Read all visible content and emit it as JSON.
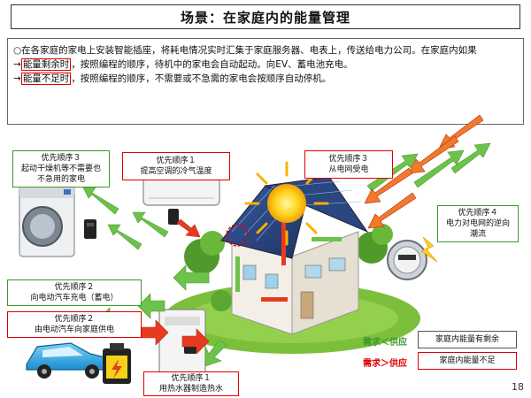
{
  "title": "场景：在家庭内的能量管理",
  "description": {
    "line1": "○在各家庭的家电上安装智能插座，将耗电情况实时汇集于家庭服务器、电表上，传送给电力公司。在家庭内如果",
    "line2_prefix": "→",
    "line2_highlight": "能量剩余时",
    "line2_text": "，按照编程的顺序，待机中的家电会自动起动。向EV、蓄电池充电。",
    "line3_prefix": "→",
    "line3_highlight": "能量不足时",
    "line3_text": "，按照编程的顺序，不需要或不急需的家电会按顺序自动停机。"
  },
  "labels": {
    "washer": {
      "line1": "优先顺序３",
      "line2": "起动干燥机等不需要也",
      "line3": "不急用的家电"
    },
    "aircon": {
      "line1": "优先顺序１",
      "line2": "提高空调的冷气温度"
    },
    "grid_receive": {
      "line1": "优先顺序３",
      "line2": "从电网受电"
    },
    "reverse_flow": {
      "line1": "优先顺序４",
      "line2": "电力对电网的逆向",
      "line3": "潮流"
    },
    "ev_charge": {
      "line1": "优先顺序２",
      "line2": "向电动汽车充电（蓄电）"
    },
    "ev_supply": {
      "line1": "优先顺序２",
      "line2": "由电动汽车向家庭供电"
    },
    "water_heater": {
      "line1": "优先顺序１",
      "line2": "用热水器制造热水"
    }
  },
  "legend": {
    "surplus_formula": "需求＜供应",
    "surplus_text": "家庭内能量有剩余",
    "shortage_formula": "需求＞供应",
    "shortage_text": "家庭内能量不足"
  },
  "page_number": "18",
  "colors": {
    "green": "#6cc24a",
    "red": "#e63b1e",
    "orange": "#f07a2a",
    "green_border": "#3a9a2a",
    "red_border": "#e00000"
  }
}
